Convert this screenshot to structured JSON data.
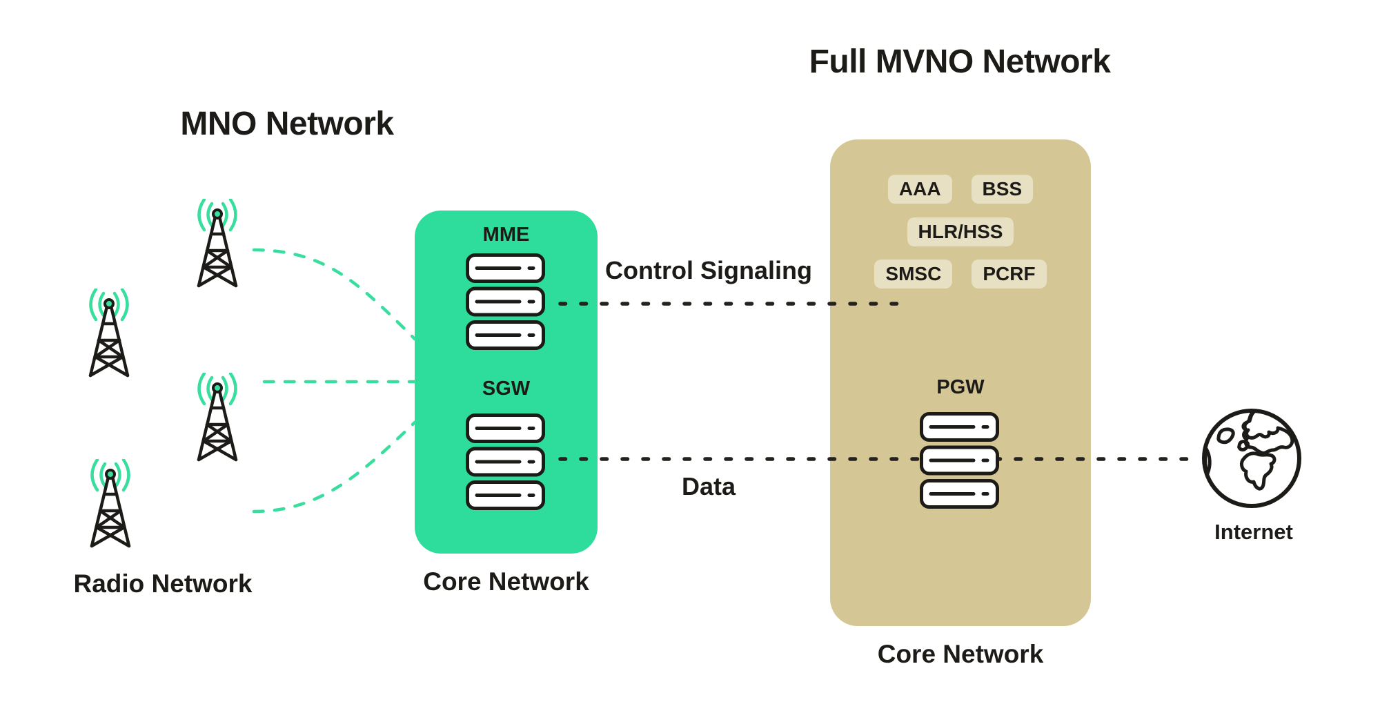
{
  "titles": {
    "mno": "MNO Network",
    "mvno": "Full MVNO Network"
  },
  "mno_network": {
    "radio_label": "Radio Network",
    "core_label": "Core Network",
    "nodes": {
      "mme": "MME",
      "sgw": "SGW"
    }
  },
  "mvno_network": {
    "core_label": "Core Network",
    "badges": [
      "AAA",
      "BSS",
      "HLR/HSS",
      "SMSC",
      "PCRF"
    ],
    "nodes": {
      "pgw": "PGW"
    }
  },
  "links": {
    "control": "Control Signaling",
    "data": "Data"
  },
  "internet": {
    "label": "Internet"
  },
  "colors": {
    "green": "#2EDC9B",
    "connector": "#38DE9E",
    "tan": "#D4C695",
    "badge": "#E8E0C2",
    "ink": "#1D1B18",
    "ink-dash": "#24221E"
  }
}
